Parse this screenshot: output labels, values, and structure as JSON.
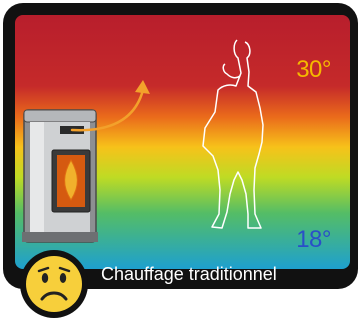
{
  "temperature": {
    "hot_label": "30°",
    "cold_label": "18°",
    "hot_color": "#f5b800",
    "cold_color": "#2a4fc8"
  },
  "caption": "Chauffage traditionnel",
  "gradient_colors": [
    "#b81e2c",
    "#c52a2a",
    "#ea6a1b",
    "#f7c21a",
    "#bedb24",
    "#54bd66",
    "#1ea0cf"
  ],
  "icons": {
    "stove": "pellet-stove-icon",
    "heat_arrow": "heat-flow-arrow-icon",
    "person": "person-outline-icon",
    "face": "sad-face-icon"
  }
}
